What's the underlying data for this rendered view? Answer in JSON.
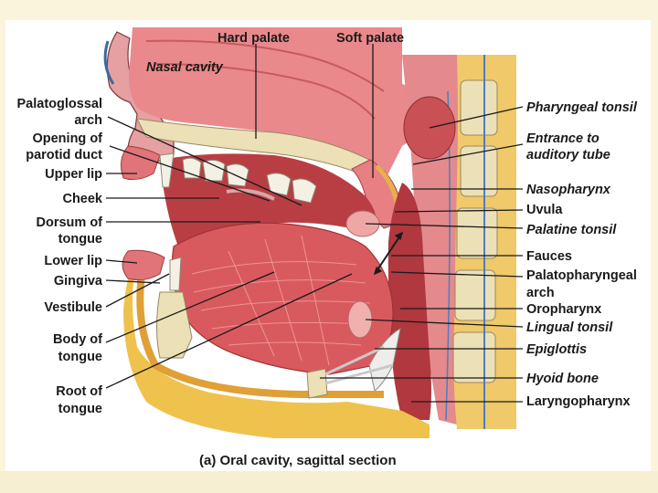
{
  "figure": {
    "caption": "(a) Oral cavity, sagittal section",
    "labels": {
      "hard_palate": "Hard palate",
      "soft_palate": "Soft palate",
      "nasal_cavity": "Nasal cavity",
      "palatoglossal_1": "Palatoglossal",
      "palatoglossal_2": "arch",
      "parotid_1": "Opening of",
      "parotid_2": "parotid duct",
      "upper_lip": "Upper lip",
      "cheek": "Cheek",
      "dorsum_1": "Dorsum of",
      "dorsum_2": "tongue",
      "lower_lip": "Lower lip",
      "gingiva": "Gingiva",
      "vestibule": "Vestibule",
      "body_1": "Body of",
      "body_2": "tongue",
      "root_1": "Root of",
      "root_2": "tongue",
      "pharyngeal_tonsil": "Pharyngeal tonsil",
      "entrance_1": "Entrance to",
      "entrance_2": "auditory tube",
      "nasopharynx": "Nasopharynx",
      "uvula": "Uvula",
      "palatine_tonsil": "Palatine tonsil",
      "fauces": "Fauces",
      "palatopharyngeal_1": "Palatopharyngeal",
      "palatopharyngeal_2": "arch",
      "oropharynx": "Oropharynx",
      "lingual_tonsil": "Lingual tonsil",
      "epiglottis": "Epiglottis",
      "hyoid_bone": "Hyoid bone",
      "laryngopharynx": "Laryngopharynx"
    }
  },
  "colors": {
    "background": "#fbf4dc",
    "tissue_pink": "#e7878a",
    "muscle_red": "#c9474b",
    "dark_cavity": "#a8343a",
    "bone_cream": "#eee3bd",
    "fat_yellow": "#efc34f",
    "teeth": "#f4f1e4"
  }
}
